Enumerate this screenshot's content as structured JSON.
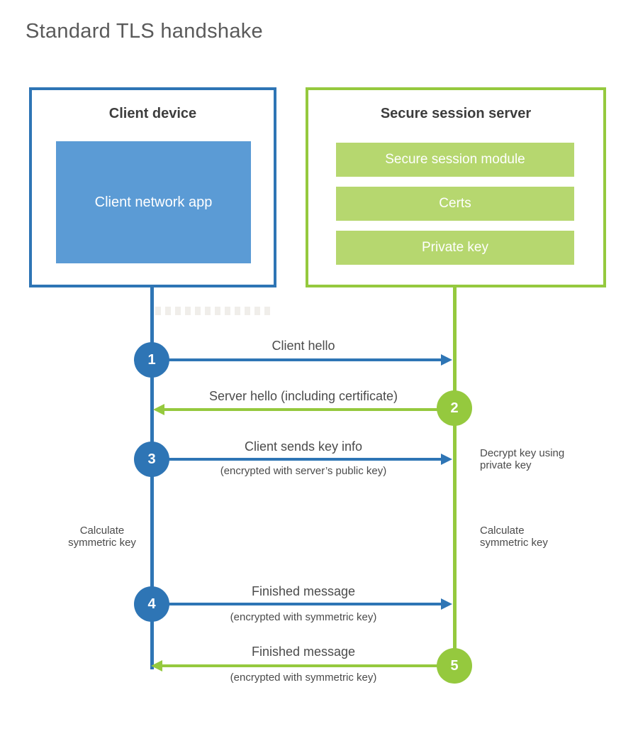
{
  "title": "Standard TLS handshake",
  "client": {
    "title": "Client device",
    "app_label": "Client network app"
  },
  "server": {
    "title": "Secure session server",
    "modules": [
      "Secure session module",
      "Certs",
      "Private key"
    ]
  },
  "steps": [
    {
      "num": "1",
      "direction": "client-to-server",
      "label": "Client hello",
      "sublabel": ""
    },
    {
      "num": "2",
      "direction": "server-to-client",
      "label": "Server hello (including certificate)",
      "sublabel": ""
    },
    {
      "num": "3",
      "direction": "client-to-server",
      "label": "Client sends key info",
      "sublabel": "(encrypted with server’s public key)"
    },
    {
      "num": "4",
      "direction": "client-to-server",
      "label": "Finished message",
      "sublabel": "(encrypted with symmetric key)"
    },
    {
      "num": "5",
      "direction": "server-to-client",
      "label": "Finished message",
      "sublabel": "(encrypted with symmetric key)"
    }
  ],
  "annotations": {
    "decrypt_key": "Decrypt key using\nprivate key",
    "calculate_left": "Calculate\nsymmetric key",
    "calculate_right": "Calculate\nsymmetric key"
  },
  "colors": {
    "blue": "#2e75b5",
    "blue_fill": "#5b9bd5",
    "green": "#95c93e",
    "green_fill": "#b6d76f"
  }
}
